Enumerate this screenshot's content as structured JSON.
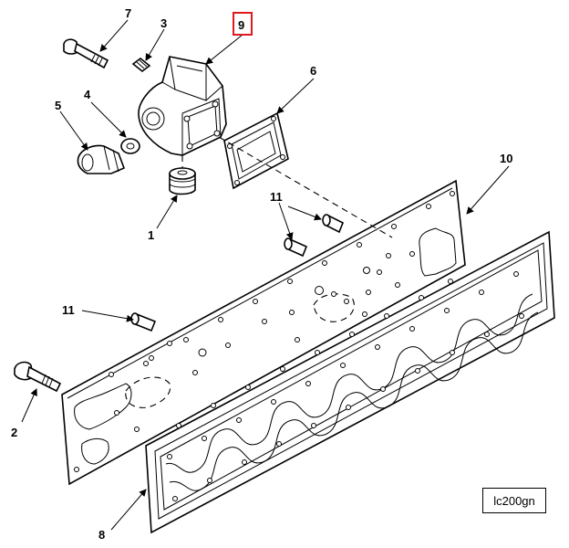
{
  "callouts": {
    "c1": "1",
    "c2": "2",
    "c3": "3",
    "c4": "4",
    "c5": "5",
    "c6": "6",
    "c7": "7",
    "c8": "8",
    "c9": "9",
    "c10": "10",
    "c11a": "11",
    "c11b": "11"
  },
  "highlight_color": "#e0191f",
  "figure_ref": "lc200gn"
}
